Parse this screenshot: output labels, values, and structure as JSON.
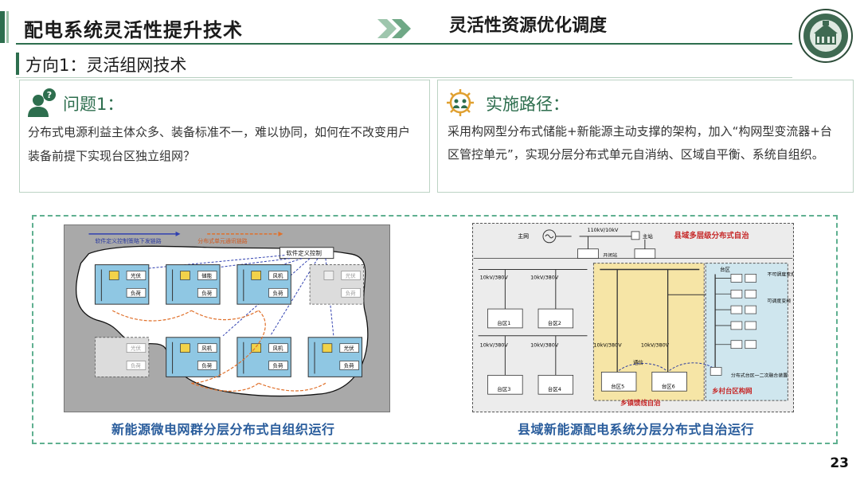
{
  "header": {
    "title": "配电系统灵活性提升技术",
    "subtitle": "灵活性资源优化调度"
  },
  "direction": {
    "text": "方向1：灵活组网技术"
  },
  "problem": {
    "title": "问题1：",
    "body": "分布式电源利益主体众多、装备标准不一，难以协同，如何在不改变用户装备前提下实现台区独立组网？"
  },
  "solution": {
    "title": "实施路径：",
    "body": "采用构网型分布式储能+新能源主动支撑的架构，加入“构网型变流器+台区管控单元”，实现分层分布式单元自消纳、区域自平衡、系统自组织。"
  },
  "figure_left": {
    "legend_blue": "软件定义控制策略下发链路",
    "legend_orange": "分布式单元通讯链路",
    "controller": "软件定义控制",
    "units": [
      {
        "top": "光伏",
        "bottom": "负荷"
      },
      {
        "top": "储能",
        "bottom": "负荷"
      },
      {
        "top": "风机",
        "bottom": "负荷"
      },
      {
        "top": "光伏",
        "bottom": "负荷"
      },
      {
        "top": "光伏",
        "bottom": "负荷"
      },
      {
        "top": "风机",
        "bottom": "负荷"
      },
      {
        "top": "风机",
        "bottom": "负荷"
      },
      {
        "top": "光伏",
        "bottom": "负荷"
      }
    ],
    "caption": "新能源微电网群分层分布式自组织运行"
  },
  "figure_right": {
    "main_grid": "主网",
    "transformer": "110kV/10kV",
    "main_station": "主站",
    "switch_label": "开闭站",
    "title": "县域多层级分布式自治",
    "tr_labels": [
      "10kV/380V",
      "10kV/380V",
      "10kV/380V",
      "10kV/380V",
      "10kV/380V",
      "10kV/380V"
    ],
    "areas": [
      "台区1",
      "台区2",
      "台区3",
      "台区4",
      "台区5",
      "台区6"
    ],
    "comm": "通信",
    "area_label": "台区",
    "uncontrol": "不可调度变频",
    "control": "可调度变频",
    "unit_label": "分布式台区一二次融合装置",
    "feeder_label": "乡镇馈线自治",
    "village_label": "乡村台区构网",
    "caption": "县域新能源配电系统分层分布式自治运行"
  },
  "page_number": "23",
  "colors": {
    "accent": "#2d6e4e",
    "caption": "#2a5d9c",
    "feeder_fill": "#f6e5a6",
    "village_fill": "#cfe6ee",
    "label_red": "#c62828"
  },
  "icons": {
    "header_arrows": "double-chevron-right-icon",
    "logo": "university-seal-icon",
    "problem": "user-question-icon",
    "solution": "gear-people-icon"
  }
}
